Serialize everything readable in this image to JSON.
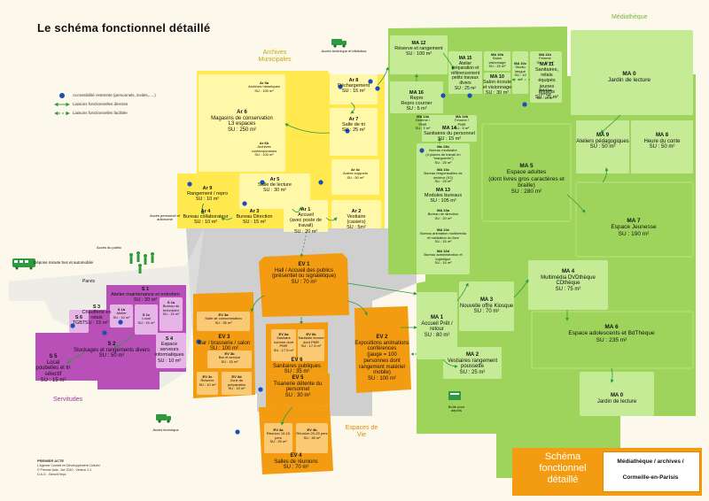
{
  "title": "Le schéma fonctionnel détaillé",
  "zones": {
    "mediatheque": "Médiathèque",
    "archives": "Archives Municipales",
    "servitudes": "Servitudes",
    "espaces_vie": "Espaces de Vie"
  },
  "legend": [
    {
      "text": "Accessibilité restreinte (personnels, invités,.....)",
      "icon": "key-icon"
    },
    {
      "text": "Liaisons fonctionnelles directes",
      "icon": "arrow-icon"
    },
    {
      "text": "Liaisons fonctionnelles facilitée",
      "icon": "dashed-arrow-icon"
    }
  ],
  "access": {
    "acces_tech_biblio": "Accès technique et bibliobus",
    "acces_tech_bas": "Accès technique",
    "acces_personnel": "Accès personnel et autonome",
    "acces_public": "Accès du public",
    "depose": "Dépose minute bus et automobile",
    "parvis": "Parvis",
    "boite": "Boîte pour dépôts"
  },
  "colors": {
    "archives": "#ffe94f",
    "archives_light": "#fff8a8",
    "mediatheque": "#9fd45c",
    "mediatheque_light": "#c6eb97",
    "servitudes": "#b850b8",
    "servitudes_light": "#e6b4e6",
    "espaces": "#f39c12",
    "espaces_light": "#fbc874",
    "circulation": "#cfcfcf",
    "arrow": "#2e9a3e"
  },
  "rooms": [
    {
      "id": "ar5a",
      "lines": [
        "Ar 5a",
        "Archives historiques",
        "SU : 100 m²"
      ]
    },
    {
      "id": "ar6",
      "lines": [
        "Ar 6",
        "Magasins de conservation",
        "L3 espaces",
        "SU : 250 m²"
      ]
    },
    {
      "id": "ar6b",
      "lines": [
        "Ar 6b",
        "Archives contemporaines",
        "SU : 100 m²"
      ]
    },
    {
      "id": "ar8",
      "lines": [
        "Ar 8",
        "Déchargement",
        "SU : 15 m²"
      ]
    },
    {
      "id": "ar7",
      "lines": [
        "Ar 7",
        "Salle de tri",
        "SU : 25 m²"
      ]
    },
    {
      "id": "ar4c",
      "lines": [
        "Ar 4c",
        "Autres supports",
        "SU : 50 m²"
      ]
    },
    {
      "id": "ar9",
      "lines": [
        "Ar 9",
        "Rangement / repro",
        "SU : 10 m²"
      ]
    },
    {
      "id": "ar5",
      "lines": [
        "Ar 5",
        "Salle de lecture",
        "SU : 30 m²"
      ]
    },
    {
      "id": "ar4",
      "lines": [
        "Ar 4",
        "Bureau collaborateur",
        "SU : 10 m²"
      ]
    },
    {
      "id": "ar3",
      "lines": [
        "Ar 3",
        "Bureau Direction",
        "SU : 15 m²"
      ]
    },
    {
      "id": "ar1",
      "lines": [
        "Ar 1",
        "Accueil",
        "(avec poste de travail)",
        "SU : 20 m²"
      ]
    },
    {
      "id": "ar2",
      "lines": [
        "Ar 2",
        "Vestiaire",
        "(casiers)",
        "SU : 5m²"
      ]
    },
    {
      "id": "ma12",
      "lines": [
        "MA 12",
        "Réserve et rangement",
        "SU : 100 m²"
      ]
    },
    {
      "id": "ma15",
      "lines": [
        "MA 15",
        "Atelier",
        "préparation et référencement petits travaux divers",
        "SU : 25 m²"
      ]
    },
    {
      "id": "ma10b",
      "lines": [
        "MA 10b",
        "Salon visionnage",
        "SU : 15 m²"
      ]
    },
    {
      "id": "ma10",
      "lines": [
        "MA 10",
        "Salon écoute et visionnage",
        "SU : 30 m²"
      ]
    },
    {
      "id": "ma10c",
      "lines": [
        "MA 10c",
        "Studio langue",
        "SU : 10 m²"
      ]
    },
    {
      "id": "ma11b",
      "lines": [
        "MA 11b",
        "Femme",
        "SU : 15 m²"
      ]
    },
    {
      "id": "ma11a",
      "lines": [
        "MA 11a",
        "Homme",
        "SU : 10 m²"
      ]
    },
    {
      "id": "ma11",
      "lines": [
        "MA 11",
        "Sanitaires, relais",
        "équipés jeunes enfants",
        "SU : 25 m²"
      ]
    },
    {
      "id": "ma0_top",
      "lines": [
        "MA 0",
        "Jardin de lecture"
      ]
    },
    {
      "id": "ma16",
      "lines": [
        "MA 16",
        "Repro",
        "Repro courrier",
        "SU : 5 m²"
      ]
    },
    {
      "id": "ma14",
      "lines": [
        "MA 14",
        "Sanitaires du personnel",
        "SU : 15 m²"
      ]
    },
    {
      "id": "ma14a",
      "lines": [
        "MA 14a",
        "Homme / PMR",
        "SU : 5 m²"
      ]
    },
    {
      "id": "ma14b",
      "lines": [
        "MA 14b",
        "Femme / PMR",
        "SU : 5 m²"
      ]
    },
    {
      "id": "ma13b",
      "lines": [
        "Ma 13b",
        "Bureau modulaire",
        "(4 places de travail en \"marguerite\")",
        "SU : 25 m²"
      ]
    },
    {
      "id": "ma13c",
      "lines": [
        "MA 13c",
        "Bureau responsables de secteur (X2)",
        "SU : 25 m²"
      ]
    },
    {
      "id": "ma13",
      "lines": [
        "MA 13",
        "Modules bureaux",
        "SU : 105 m²"
      ]
    },
    {
      "id": "ma13a",
      "lines": [
        "MA 13a",
        "Bureau de direction",
        "SU : 20 m²"
      ]
    },
    {
      "id": "ma13e",
      "lines": [
        "MA 13e",
        "Bureau animation multimédia et médiation du livre",
        "SU : 15 m²"
      ]
    },
    {
      "id": "ma13d",
      "lines": [
        "MA 13d",
        "Bureau administration et logistique",
        "SU : 15 m²"
      ]
    },
    {
      "id": "ma9",
      "lines": [
        "MA 9",
        "Ateliers pédagogiques",
        "SU : 50 m²"
      ]
    },
    {
      "id": "ma8",
      "lines": [
        "MA 8",
        "Heure du conte",
        "SU : 50 m²"
      ]
    },
    {
      "id": "ma5",
      "lines": [
        "MA 5",
        "Espace adultes",
        "(dont livres gros caractères et braille)",
        "SU : 280 m²"
      ]
    },
    {
      "id": "ma7",
      "lines": [
        "MA 7",
        "Espace Jeunesse",
        "SU : 190 m²"
      ]
    },
    {
      "id": "ma4",
      "lines": [
        "MA 4",
        "Multimédia DVDthèque CDthèque",
        "SU : 75 m²"
      ]
    },
    {
      "id": "ma3",
      "lines": [
        "MA 3",
        "Nouvelle offre Kiosque",
        "SU : 70 m²"
      ]
    },
    {
      "id": "ma1",
      "lines": [
        "MA 1",
        "Accueil Prêt / retour",
        "SU : 80 m²"
      ]
    },
    {
      "id": "ma2",
      "lines": [
        "MA 2",
        "Vestiaires rangement poussette",
        "SU : 25 m²"
      ]
    },
    {
      "id": "ma6",
      "lines": [
        "MA 6",
        "Espace adolescents et BdThèque",
        "SU : 235 m²"
      ]
    },
    {
      "id": "ma0_bot",
      "lines": [
        "MA 0",
        "Jardin de lecture"
      ]
    },
    {
      "id": "s1",
      "lines": [
        "S 1",
        "Atelier maintenance et entretien",
        "SU : 20 m²"
      ]
    },
    {
      "id": "s1b",
      "lines": [
        "S 1b",
        "Atelier",
        "SU : 10 m²"
      ]
    },
    {
      "id": "s1c",
      "lines": [
        "S 1c",
        "Local",
        "SU : 15 m²"
      ]
    },
    {
      "id": "s1a",
      "lines": [
        "S 1a",
        "Bureau du technicien",
        "SU : 15 m²"
      ]
    },
    {
      "id": "s6",
      "lines": [
        "S 6",
        "TGBT"
      ]
    },
    {
      "id": "s3",
      "lines": [
        "S 3",
        "Chaufferie en relais",
        "SU : 15 m²"
      ]
    },
    {
      "id": "s4",
      "lines": [
        "S 4",
        "Espace serveurs informatiques",
        "SU : 10 m²"
      ]
    },
    {
      "id": "s2",
      "lines": [
        "S 2",
        "Stockages et rangements divers",
        "SU : 50 m²"
      ]
    },
    {
      "id": "s5",
      "lines": [
        "S 5",
        "Local poubelles et tri sélectif",
        "SU : 15 m²"
      ]
    },
    {
      "id": "ev1",
      "lines": [
        "EV 1",
        "Hall / Accueil des publics",
        "(présentiel ou signalétique)",
        "SU : 70 m²"
      ]
    },
    {
      "id": "ev3a",
      "lines": [
        "EV 3a",
        "Salle de consommation",
        "SU : 35 m²"
      ]
    },
    {
      "id": "ev3",
      "lines": [
        "EV 3",
        "Bar / brasserie / salon",
        "SU : 100 m²"
      ]
    },
    {
      "id": "ev3b",
      "lines": [
        "EV 3b",
        "Bar et service",
        "SU : 15 m²"
      ]
    },
    {
      "id": "ev3c",
      "lines": [
        "EV 3c",
        "Réserve",
        "SU : 10 m²"
      ]
    },
    {
      "id": "ev3d",
      "lines": [
        "EV 3d",
        "Zone de préparation",
        "SU : 15 m²"
      ]
    },
    {
      "id": "ev6a",
      "lines": [
        "EV 6a",
        "Sanitaire homme dont PMR",
        "SU : 17,5 m²"
      ]
    },
    {
      "id": "ev6b",
      "lines": [
        "EV 6b",
        "Sanitaire femme dont PMR",
        "SU : 17,5 m²"
      ]
    },
    {
      "id": "ev6",
      "lines": [
        "EV 6",
        "Sanitaires publiques",
        "SU : 35 m²"
      ]
    },
    {
      "id": "ev5",
      "lines": [
        "EV 5",
        "Tisanerie détente du personnel",
        "SU : 30 m²"
      ]
    },
    {
      "id": "ev2",
      "lines": [
        "EV 2",
        "Expositions animations conférences",
        "(jauge = 100 personnes dont rangement matériel mobile)",
        "SU : 100 m²"
      ]
    },
    {
      "id": "ev4a",
      "lines": [
        "EV 4a",
        "Réunion 10-15 pers",
        "SU : 25 m²"
      ]
    },
    {
      "id": "ev4b",
      "lines": [
        "EV 4b",
        "Réunion 20-25 pers",
        "SU : 45 m²"
      ]
    },
    {
      "id": "ev4",
      "lines": [
        "EV 4",
        "Salles de réunions",
        "SU : 70 m²"
      ]
    }
  ],
  "cartouche": {
    "title": "Schéma fonctionnel détaillé",
    "line1": "Médiathèque / archives /",
    "line2": "Cormeille-en-Parisis"
  },
  "footer": {
    "brand": "PREMIER ACTE",
    "tagline": "L'Agence Conseil en Développement Culturel",
    "lines": [
      "© Premier Acte - Avr 2010 - Version 2.2",
      "D.A.O. : Benoît Heyz"
    ]
  }
}
